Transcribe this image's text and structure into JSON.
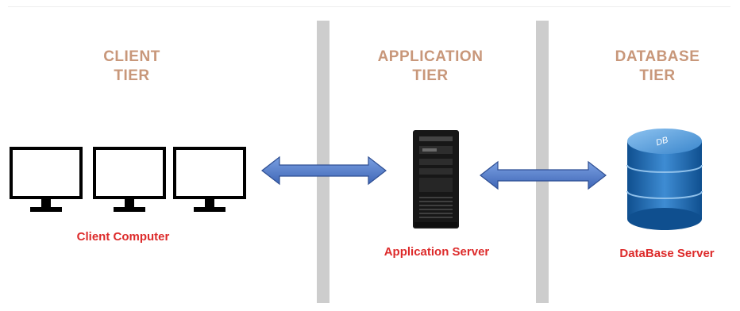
{
  "tiers": {
    "client": {
      "title_line1": "CLIENT",
      "title_line2": "TIER",
      "node_label": "Client Computer"
    },
    "application": {
      "title_line1": "APPLICATION",
      "title_line2": "TIER",
      "node_label": "Application Server"
    },
    "database": {
      "title_line1": "DATABASE",
      "title_line2": "TIER",
      "node_label": "DataBase Server",
      "db_text": "DB"
    }
  },
  "colors": {
    "tier_title": "#c8977a",
    "node_label": "#dd2b2b",
    "arrow_fill": "#4f79c9",
    "divider": "#cdcdcd",
    "db_body": "#2f6fb0"
  },
  "icons": {
    "client": "desktop-monitor-icon",
    "application": "server-tower-icon",
    "database": "database-cylinder-icon",
    "connector": "double-arrow-icon"
  }
}
